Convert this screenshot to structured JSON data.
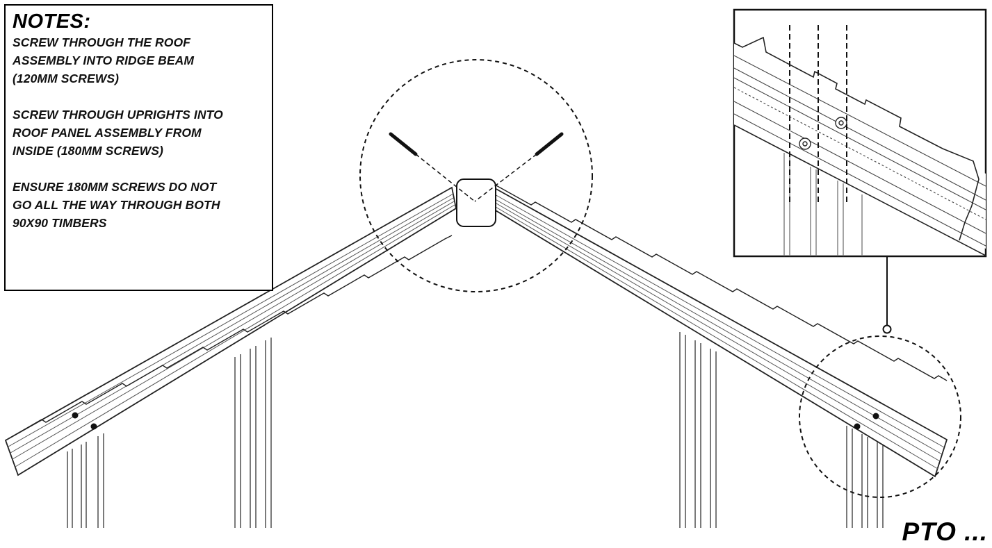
{
  "notes": {
    "title": "NOTES:",
    "items": [
      "SCREW THROUGH THE ROOF\nASSEMBLY INTO RIDGE BEAM\n(120MM SCREWS)",
      "SCREW THROUGH UPRIGHTS INTO\nROOF PANEL ASSEMBLY FROM\nINSIDE (180MM SCREWS)",
      "ENSURE 180MM SCREWS DO NOT\nGO ALL THE WAY THROUGH BOTH\n90X90 TIMBERS"
    ]
  },
  "footer": {
    "pto": "PTO ..."
  }
}
